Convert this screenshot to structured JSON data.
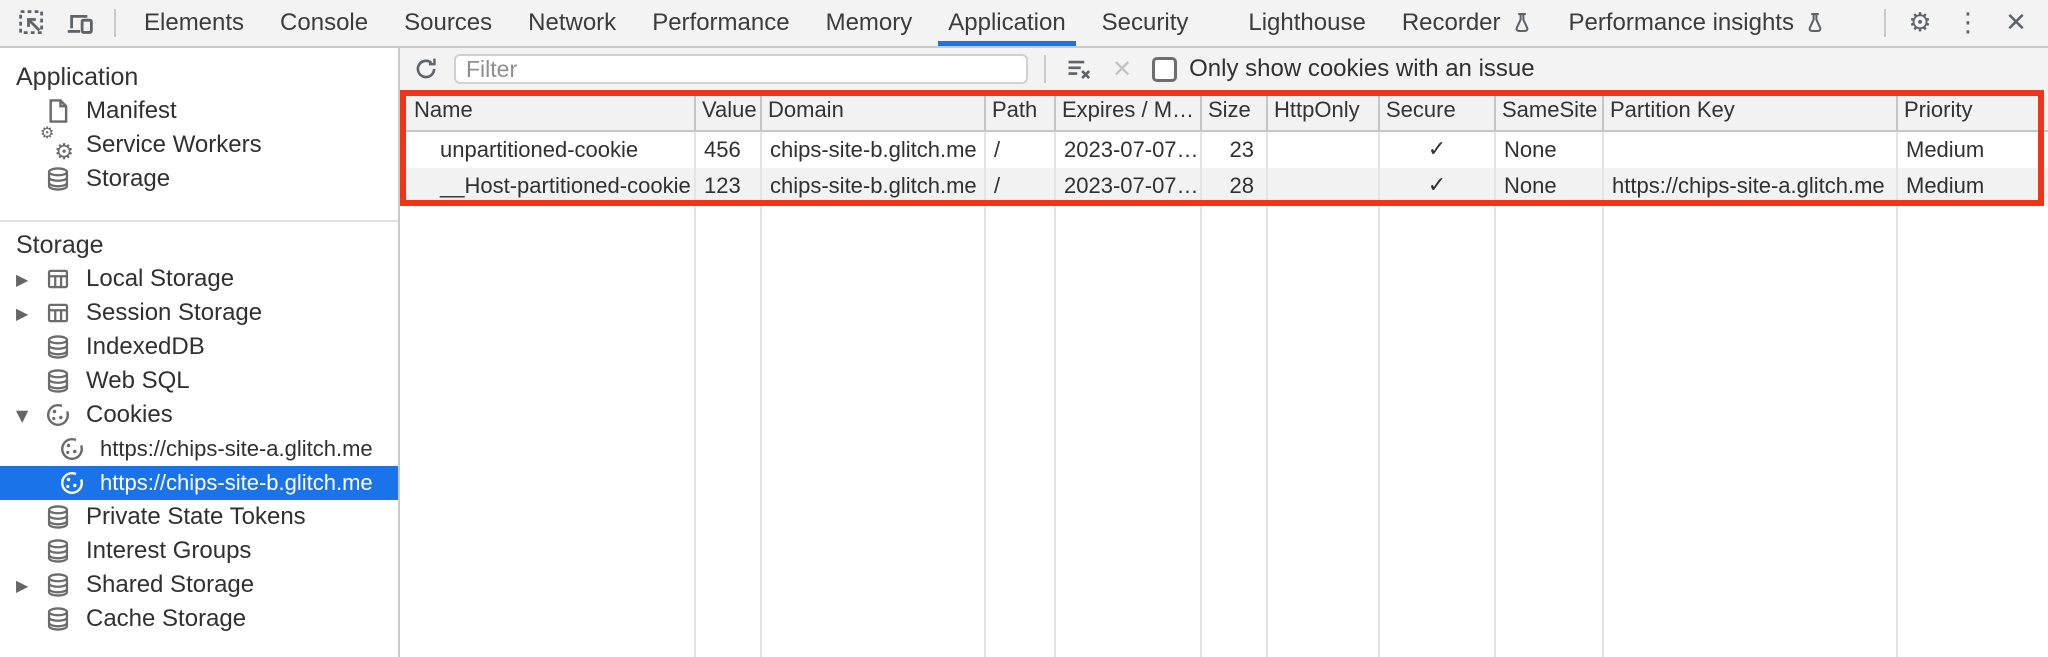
{
  "icons": {
    "gear": "⚙",
    "more": "⋮",
    "close": "✕",
    "check": "✓",
    "collapsed": "▶",
    "expanded": "▼"
  },
  "colors": {
    "tab_accent": "#1a73e8",
    "selection_blue": "#1a73e8",
    "annotation_red": "#ef3417",
    "toolbar_bg": "#f3f3f3",
    "row_stripe": "#f2f2f2"
  },
  "tabbar": {
    "tabs": [
      {
        "label": "Elements"
      },
      {
        "label": "Console"
      },
      {
        "label": "Sources"
      },
      {
        "label": "Network"
      },
      {
        "label": "Performance"
      },
      {
        "label": "Memory"
      },
      {
        "label": "Application",
        "active": true
      },
      {
        "label": "Security"
      },
      {
        "label": "Lighthouse"
      },
      {
        "label": "Recorder",
        "experimental": true
      },
      {
        "label": "Performance insights",
        "experimental": true
      }
    ]
  },
  "sidebar": {
    "sections": [
      {
        "title": "Application",
        "items": [
          {
            "label": "Manifest",
            "icon": "manifest-file-icon"
          },
          {
            "label": "Service Workers",
            "icon": "service-workers-gears-icon"
          },
          {
            "label": "Storage",
            "icon": "database-icon"
          }
        ]
      },
      {
        "title": "Storage",
        "items": [
          {
            "label": "Local Storage",
            "icon": "storage-grid-icon",
            "expanded": false
          },
          {
            "label": "Session Storage",
            "icon": "storage-grid-icon",
            "expanded": false
          },
          {
            "label": "IndexedDB",
            "icon": "database-icon"
          },
          {
            "label": "Web SQL",
            "icon": "database-icon"
          },
          {
            "label": "Cookies",
            "icon": "cookie-icon",
            "expanded": true
          },
          {
            "label": "https://chips-site-a.glitch.me",
            "icon": "cookie-icon",
            "child": true
          },
          {
            "label": "https://chips-site-b.glitch.me",
            "icon": "cookie-icon",
            "child": true,
            "selected": true
          },
          {
            "label": "Private State Tokens",
            "icon": "database-icon"
          },
          {
            "label": "Interest Groups",
            "icon": "database-icon"
          },
          {
            "label": "Shared Storage",
            "icon": "database-icon",
            "expanded": false
          },
          {
            "label": "Cache Storage",
            "icon": "database-icon"
          }
        ]
      }
    ]
  },
  "cookie_toolbar": {
    "filter_placeholder": "Filter",
    "only_issue_label": "Only show cookies with an issue"
  },
  "cookies_table": {
    "columns": [
      "Name",
      "Value",
      "Domain",
      "Path",
      "Expires / M…",
      "Size",
      "HttpOnly",
      "Secure",
      "SameSite",
      "Partition Key",
      "Priority"
    ],
    "rows": [
      {
        "name": "unpartitioned-cookie",
        "value": "456",
        "domain": "chips-site-b.glitch.me",
        "path": "/",
        "expires": "2023-07-07…",
        "size": "23",
        "http_only": "",
        "secure": "✓",
        "same_site": "None",
        "partition_key": "",
        "priority": "Medium"
      },
      {
        "name": "__Host-partitioned-cookie",
        "value": "123",
        "domain": "chips-site-b.glitch.me",
        "path": "/",
        "expires": "2023-07-07…",
        "size": "28",
        "http_only": "",
        "secure": "✓",
        "same_site": "None",
        "partition_key": "https://chips-site-a.glitch.me",
        "priority": "Medium"
      }
    ],
    "annotation": {
      "color": "#ef3417"
    }
  }
}
